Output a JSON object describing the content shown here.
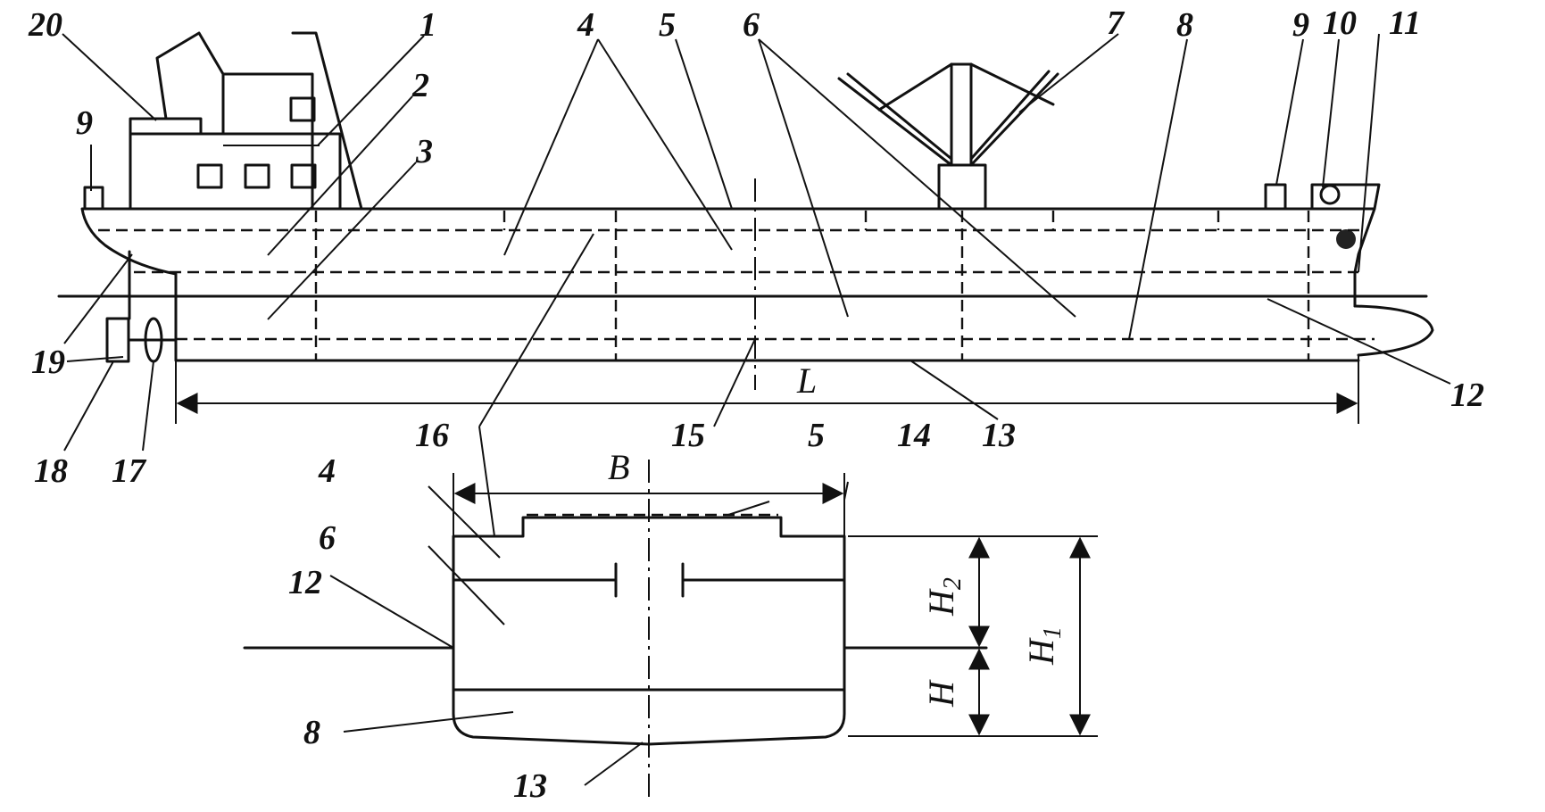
{
  "labels": {
    "n1": "1",
    "n2": "2",
    "n3": "3",
    "n4a": "4",
    "n4b": "4",
    "n5a": "5",
    "n5b": "5",
    "n6a": "6",
    "n6b": "6",
    "n7": "7",
    "n8a": "8",
    "n8b": "8",
    "n9a": "9",
    "n9b": "9",
    "n10": "10",
    "n11": "11",
    "n12a": "12",
    "n12b": "12",
    "n13a": "13",
    "n13b": "13",
    "n14": "14",
    "n15": "15",
    "n16": "16",
    "n17": "17",
    "n18": "18",
    "n19": "19",
    "n20": "20"
  },
  "dimensions": {
    "L": "L",
    "B": "B",
    "H": "H",
    "H1": "H",
    "H1_sub": "1",
    "H2": "H",
    "H2_sub": "2"
  }
}
